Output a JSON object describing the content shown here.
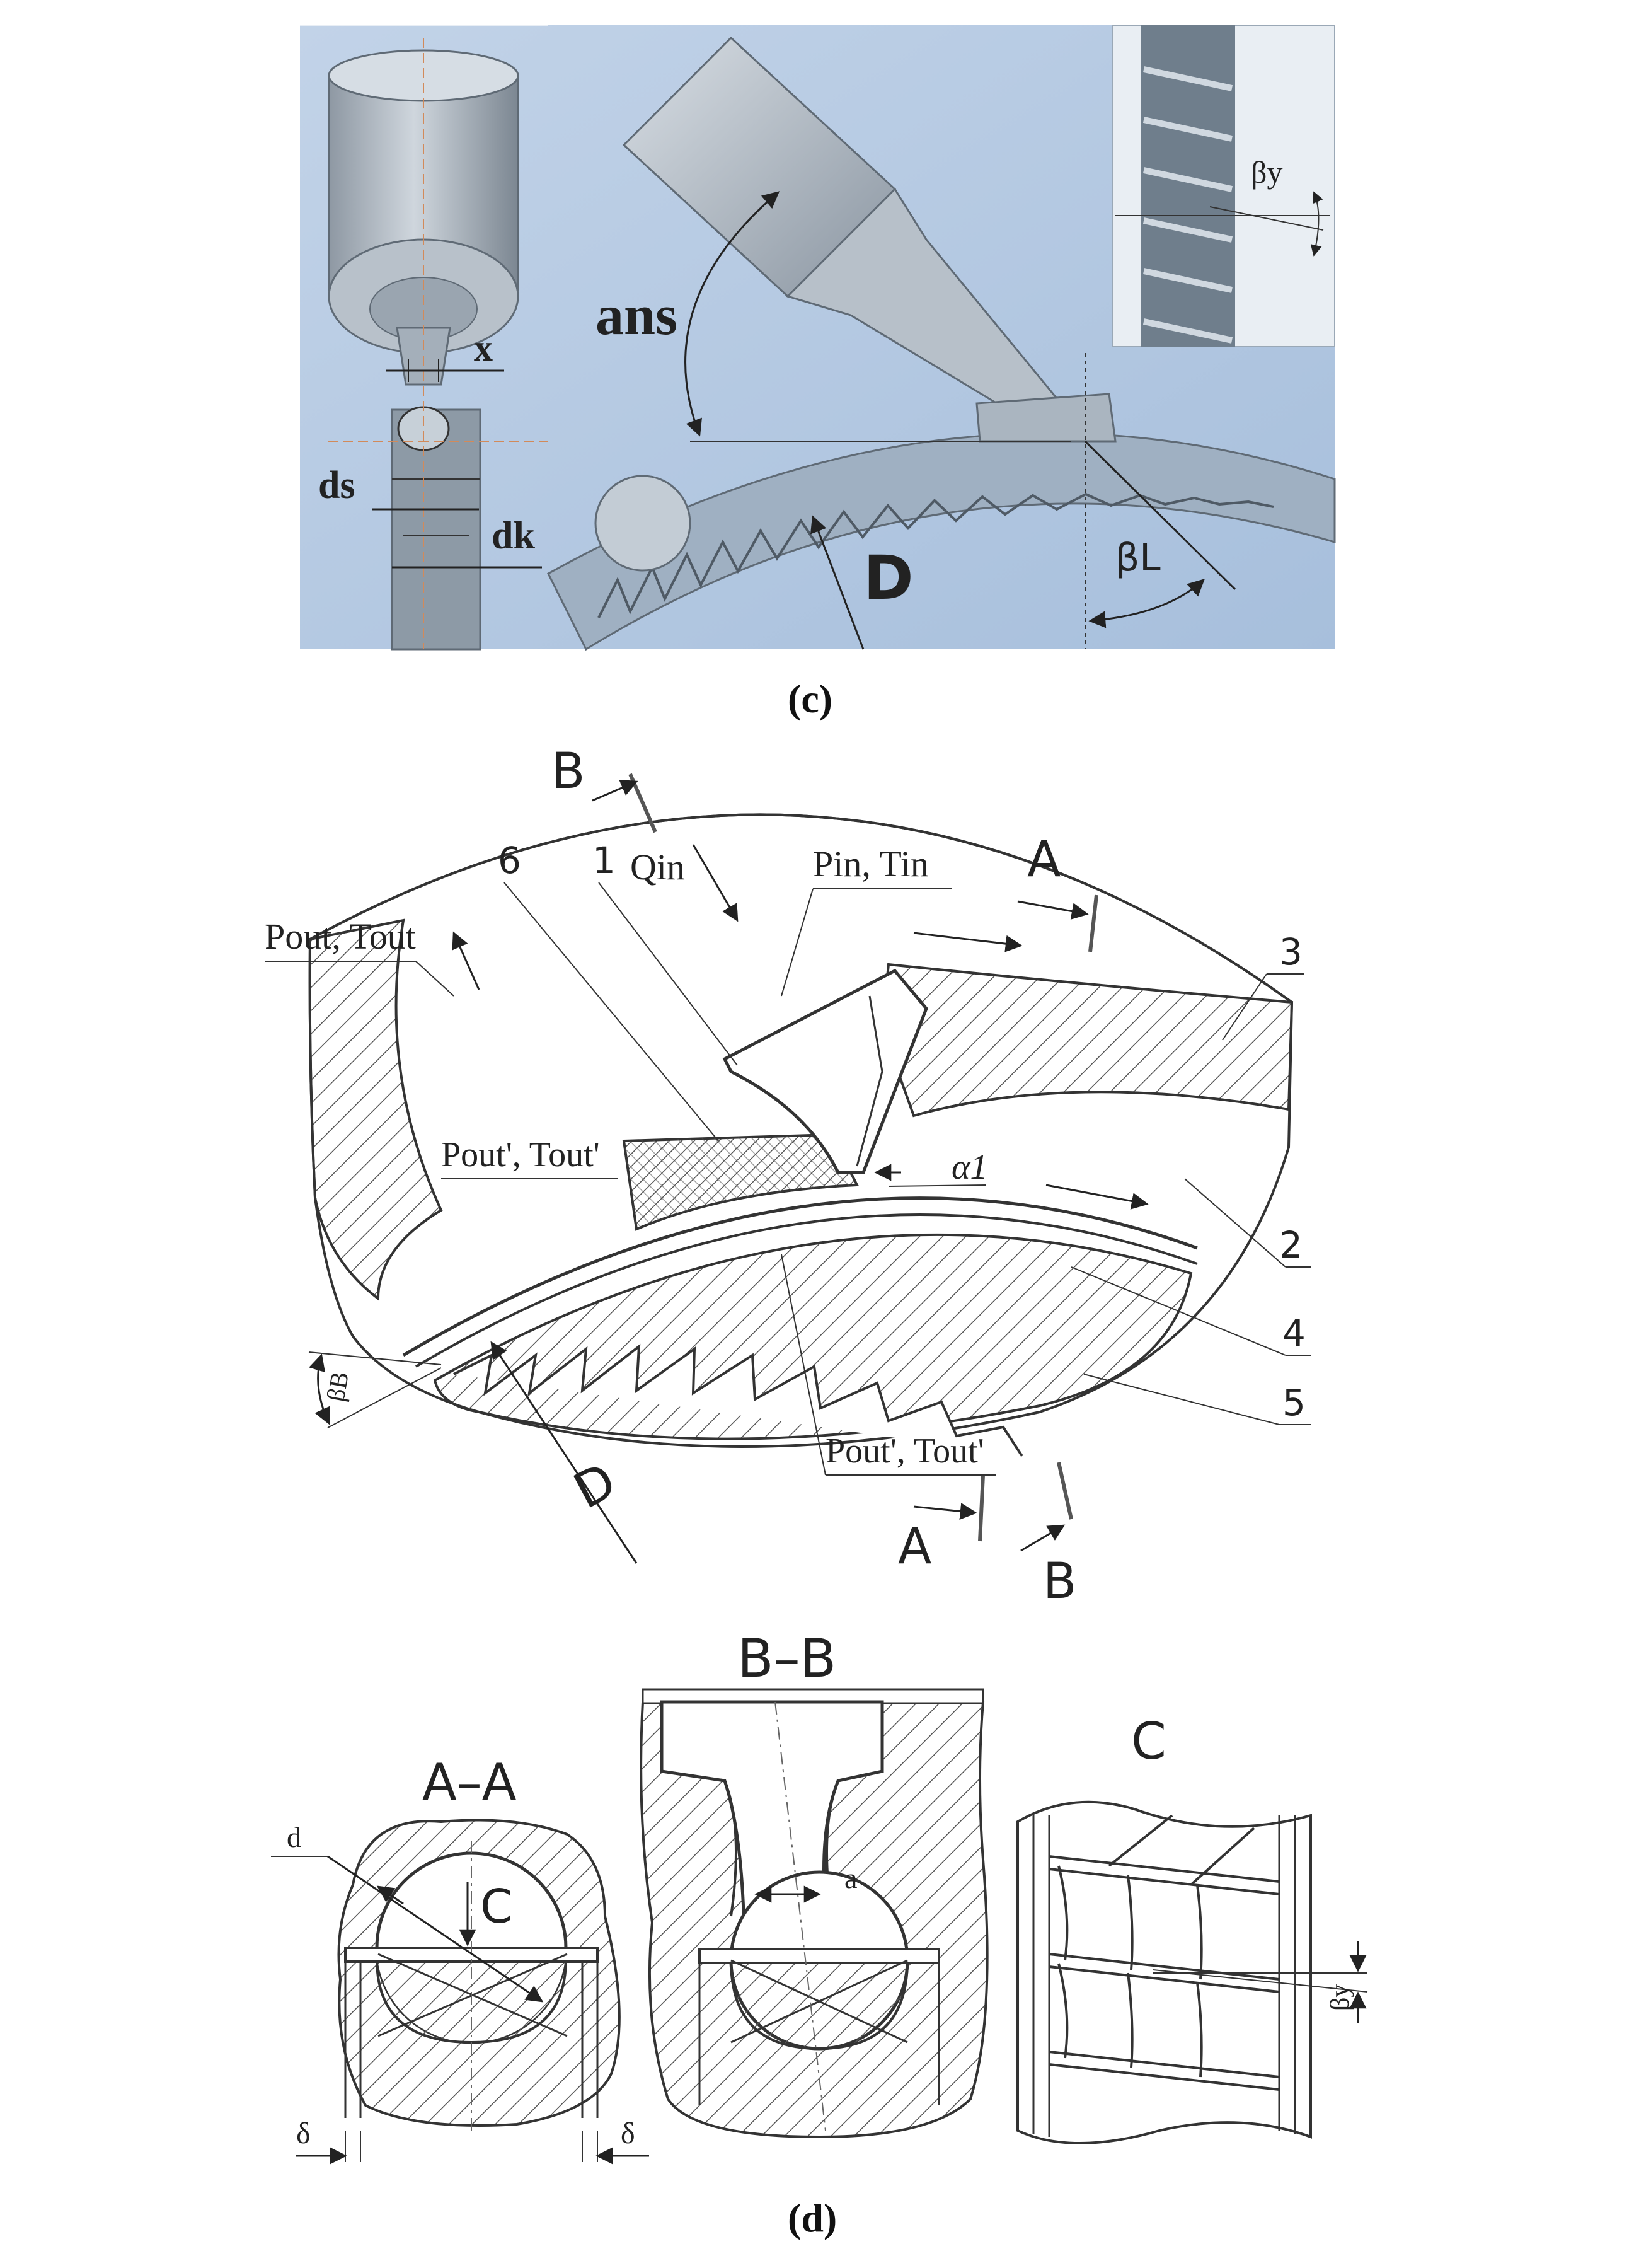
{
  "panel_c": {
    "caption": "(c)",
    "labels": {
      "x": "x",
      "ds": "ds",
      "dk": "dk",
      "ans": "ans",
      "D": "D",
      "beta_l": "βL",
      "beta_y": "βy"
    }
  },
  "panel_d": {
    "caption": "(d)",
    "main": {
      "B_top": "B",
      "B_bottom": "B",
      "A_top": "A",
      "A_bottom": "A",
      "Qin": "Qin",
      "Pin_Tin": "Pin, Tin",
      "Pout_Tout": "Pout, Tout",
      "Pout2_upper": "Pout', Tout'",
      "Pout2_lower": "Pout', Tout'",
      "alpha1": "α1",
      "betaB": "βB",
      "D": "D",
      "n1": "1",
      "n2": "2",
      "n3": "3",
      "n4": "4",
      "n5": "5",
      "n6": "6"
    },
    "section_aa": {
      "title": "A–A",
      "d": "d",
      "c": "C",
      "delta_left": "δ",
      "delta_right": "δ"
    },
    "section_bb": {
      "title": "B–B",
      "a": "a"
    },
    "view_c": {
      "title": "C",
      "beta_y": "βy"
    }
  },
  "colors": {
    "photo_bg": "#b7cbe2",
    "steel": "#a9b3bd",
    "steel_dark": "#6f7a85",
    "line": "#3a3a3a"
  }
}
